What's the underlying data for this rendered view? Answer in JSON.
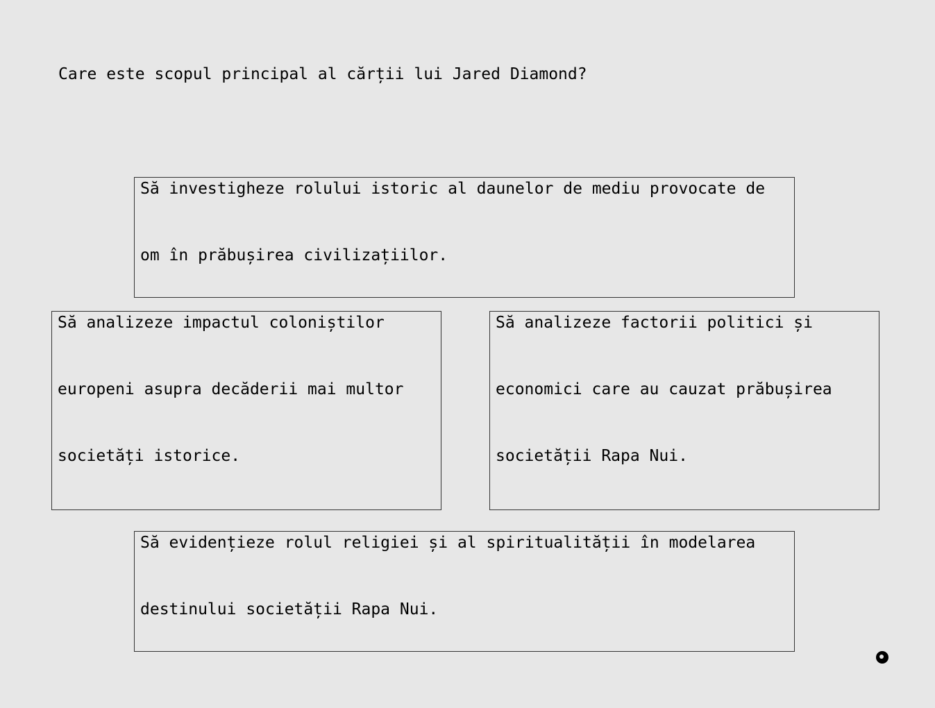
{
  "question": {
    "text": "Care este scopul principal al cărții lui Jared Diamond?"
  },
  "options": [
    {
      "lines": [
        "Să investigheze rolului istoric al daunelor de mediu provocate de",
        "om în prăbușirea civilizațiilor."
      ]
    },
    {
      "lines": [
        "Să analizeze impactul coloniștilor",
        "europeni asupra decăderii mai multor",
        "societăți istorice."
      ]
    },
    {
      "lines": [
        "Să analizeze factorii politici și",
        "economici care au cauzat prăbușirea",
        "societății Rapa Nui."
      ]
    },
    {
      "lines": [
        "Să evidențieze rolul religiei și al spiritualității în modelarea",
        "destinului societății Rapa Nui."
      ]
    }
  ],
  "cursor": {
    "icon": "ring-cursor-icon"
  }
}
